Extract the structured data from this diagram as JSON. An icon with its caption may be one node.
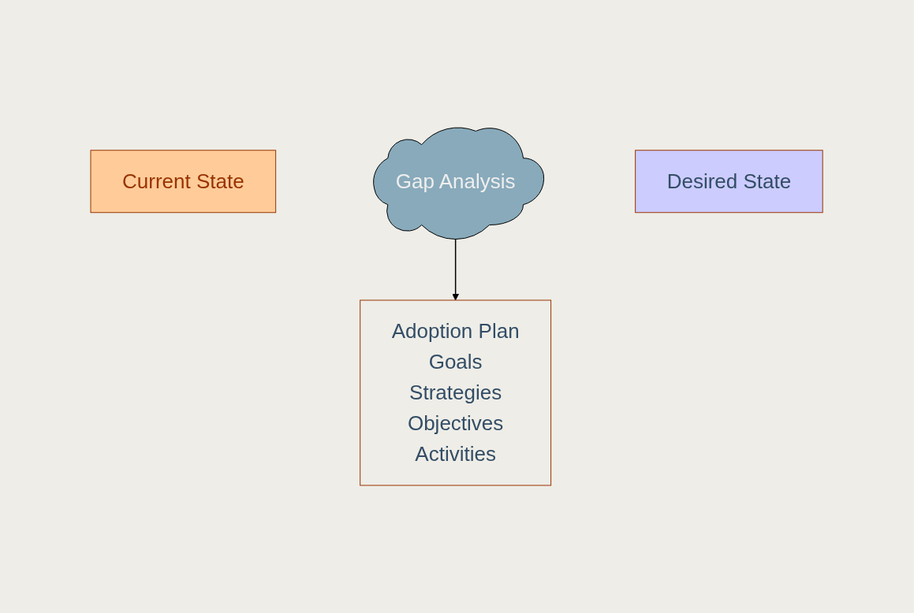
{
  "diagram": {
    "nodes": [
      {
        "text": [
          "Current State"
        ]
      },
      {
        "text": [
          "Gap Analysis"
        ]
      },
      {
        "text": [
          "Desired State"
        ]
      },
      {
        "text": [
          "Adoption Plan",
          "Goals",
          "Strategies",
          "Objectives",
          "Activities"
        ]
      }
    ],
    "edges": [
      {
        "from": 1,
        "to": 3,
        "arrow": "to"
      }
    ]
  }
}
